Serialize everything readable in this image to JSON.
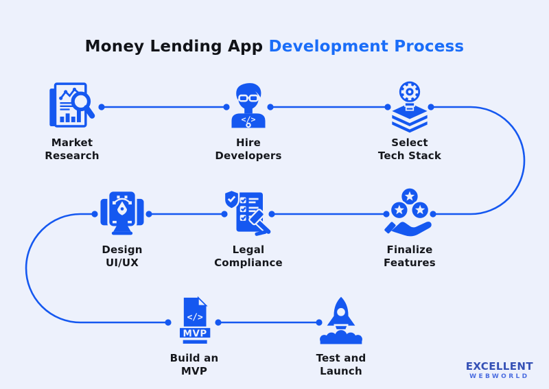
{
  "title": {
    "part1": "Money Lending App",
    "part2": "Development Process"
  },
  "steps": [
    {
      "name": "market-research",
      "line1": "Market",
      "line2": "Research"
    },
    {
      "name": "hire-developers",
      "line1": "Hire",
      "line2": "Developers"
    },
    {
      "name": "select-tech-stack",
      "line1": "Select",
      "line2": "Tech Stack"
    },
    {
      "name": "design-ui-ux",
      "line1": "Design",
      "line2": "UI/UX"
    },
    {
      "name": "legal-compliance",
      "line1": "Legal",
      "line2": "Compliance"
    },
    {
      "name": "finalize-features",
      "line1": "Finalize",
      "line2": "Features"
    },
    {
      "name": "build-an-mvp",
      "line1": "Build an",
      "line2": "MVP"
    },
    {
      "name": "test-and-launch",
      "line1": "Test and",
      "line2": "Launch"
    }
  ],
  "icon_texts": {
    "developer_code": "</>",
    "mvp_file_code": "</>",
    "mvp_banner": "MVP"
  },
  "logo": {
    "line1": "EXCELLENT",
    "line2": "WEBWORLD"
  },
  "colors": {
    "background": "#edf1fc",
    "accent": "#1558f0",
    "title_blue": "#1a6df8",
    "title_dark": "#111318",
    "label_dark": "#15171c",
    "logo_primary": "#3450b5",
    "logo_secondary": "#4a6ce0"
  }
}
